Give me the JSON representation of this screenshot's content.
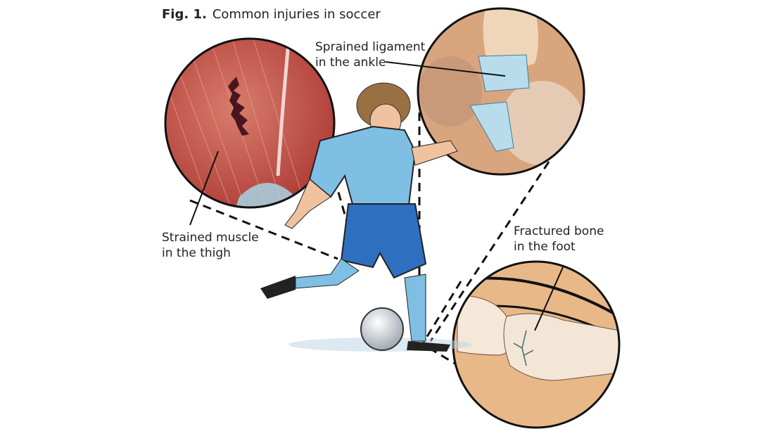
{
  "figure": {
    "number": "Fig. 1.",
    "title": "Common injuries in soccer"
  },
  "callouts": [
    {
      "id": "muscle",
      "line1": "Strained muscle",
      "line2": "in the thigh"
    },
    {
      "id": "ligament",
      "line1": "Sprained ligament",
      "line2": "in the ankle"
    },
    {
      "id": "bone",
      "line1": "Fractured bone",
      "line2": "in the foot"
    }
  ],
  "colors": {
    "muscle": "#b8413a",
    "ligament_skin": "#d9a57e",
    "ligament_band": "#a9d3e6",
    "bone_skin": "#e8b889",
    "bone": "#f3e6d6",
    "shirt": "#7fbfe3",
    "shorts": "#2f6fbf",
    "hair": "#9a7043"
  }
}
